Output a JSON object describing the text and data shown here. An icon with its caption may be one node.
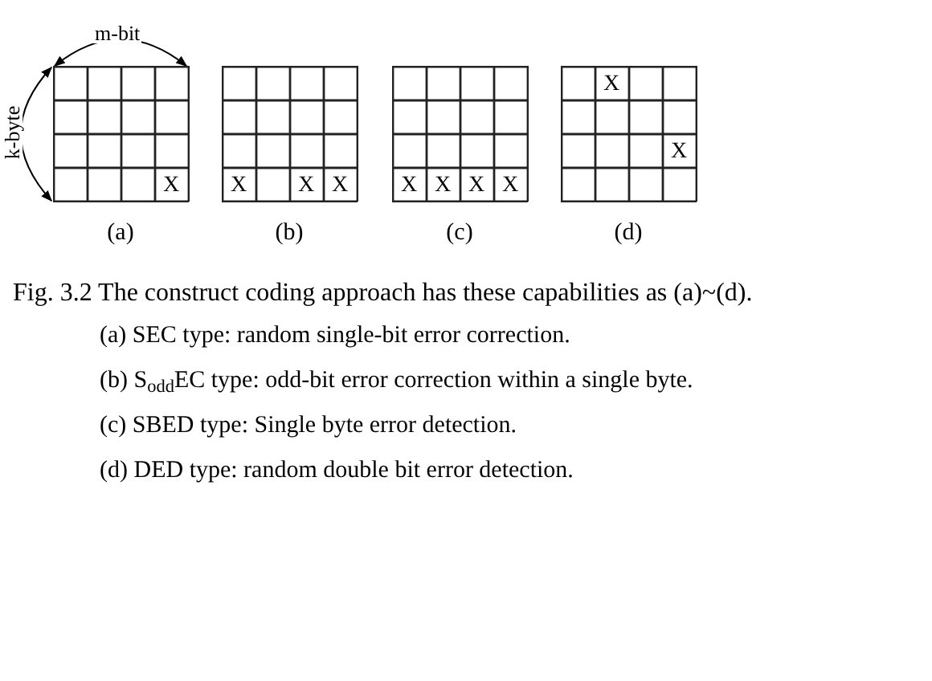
{
  "diagram": {
    "caption": "Fig. 3.2 The construct coding approach has these capabilities as (a)~(d).",
    "nodes": [
      {
        "text": [
          "(a)"
        ]
      },
      {
        "text": [
          "(b)"
        ]
      },
      {
        "text": [
          "(c)"
        ]
      },
      {
        "text": [
          "(d)"
        ]
      }
    ],
    "edges": [],
    "labels": [
      "m-bit",
      "k-byte",
      "X",
      "X",
      "X",
      "X",
      "X",
      "X",
      "X",
      "X",
      "X",
      "X",
      "(a) SEC type: random single-bit error correction.",
      "(b) S$_{odd}$EC type: odd-bit error correction within a single byte.",
      "(c) SBED type: Single byte error detection.",
      "(d) DED type: random double bit error detection."
    ]
  }
}
